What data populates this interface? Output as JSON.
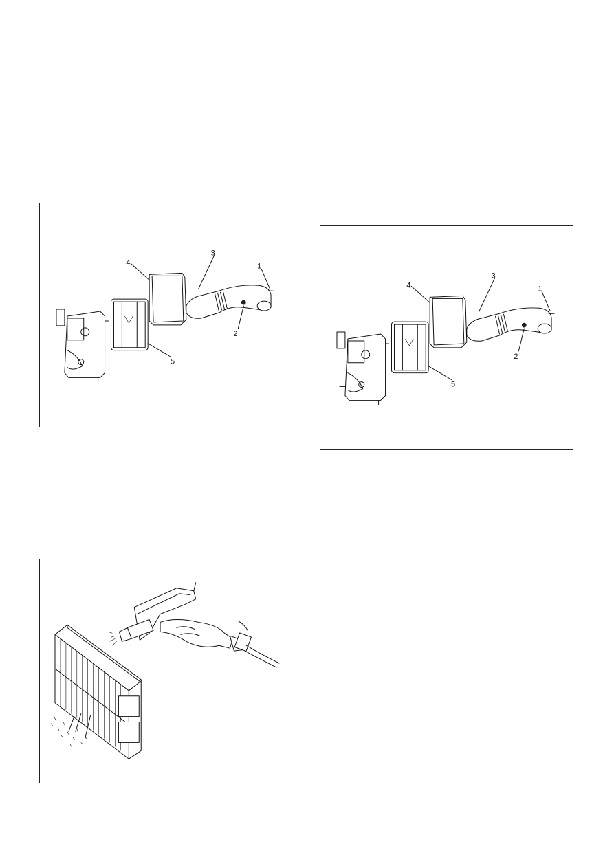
{
  "figures": [
    {
      "callouts": [
        "1",
        "2",
        "3",
        "4",
        "5"
      ]
    },
    {
      "callouts": [
        "1",
        "2",
        "3",
        "4",
        "5"
      ]
    },
    {}
  ]
}
